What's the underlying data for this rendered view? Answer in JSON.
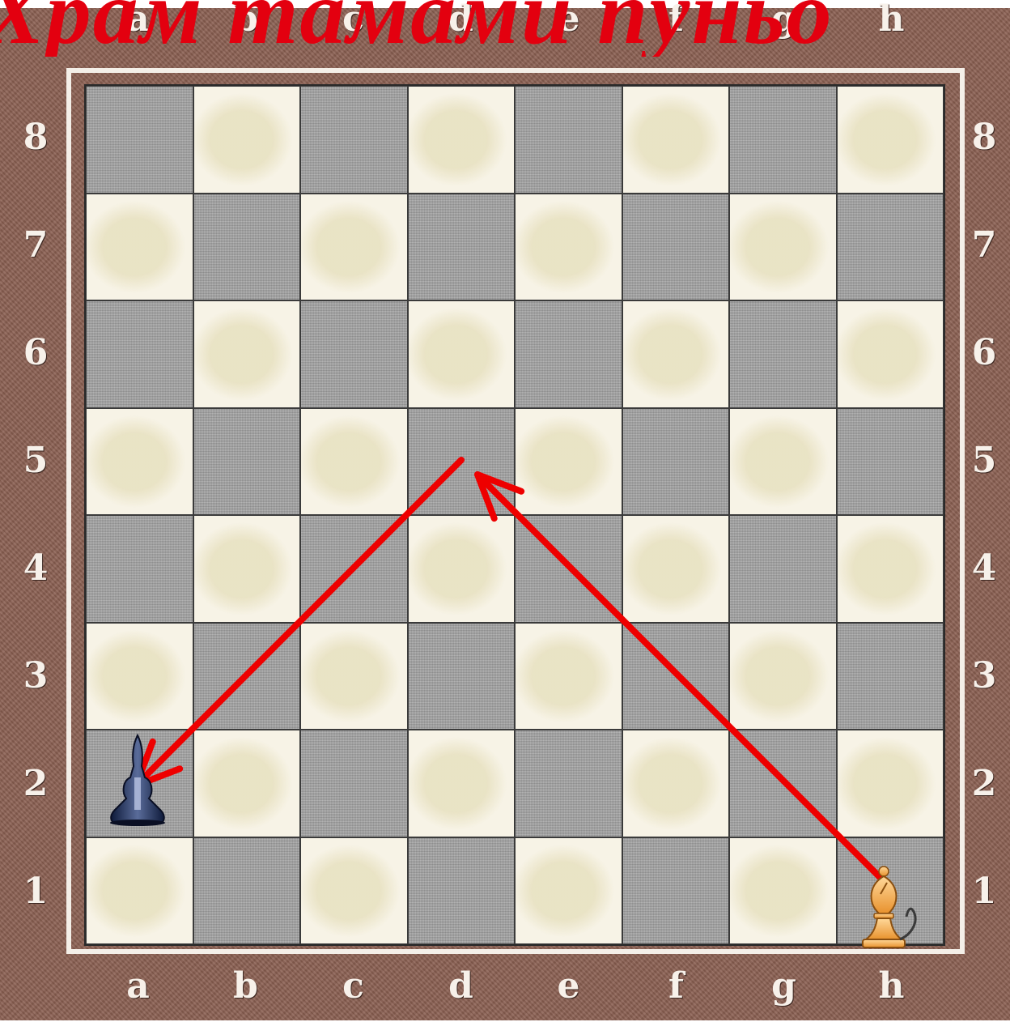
{
  "title": "Храм тамами пуньо",
  "board": {
    "files_top": [
      "a",
      "b",
      "c",
      "d",
      "e",
      "f",
      "g",
      "h"
    ],
    "files_bottom": [
      "a",
      "b",
      "c",
      "d",
      "e",
      "f",
      "g",
      "h"
    ],
    "ranks_left": [
      "8",
      "7",
      "6",
      "5",
      "4",
      "3",
      "2",
      "1"
    ],
    "ranks_right": [
      "8",
      "7",
      "6",
      "5",
      "4",
      "3",
      "2",
      "1"
    ]
  },
  "pieces": [
    {
      "square": "a2",
      "color": "black",
      "type": "bishop",
      "icon": "black-bishop-icon"
    },
    {
      "square": "h1",
      "color": "white",
      "type": "bishop",
      "icon": "white-bishop-icon"
    }
  ],
  "arrows": [
    {
      "from": "h1",
      "to": "d5",
      "color": "#ee0000"
    },
    {
      "from": "d5",
      "to": "a2",
      "color": "#ee0000"
    }
  ]
}
